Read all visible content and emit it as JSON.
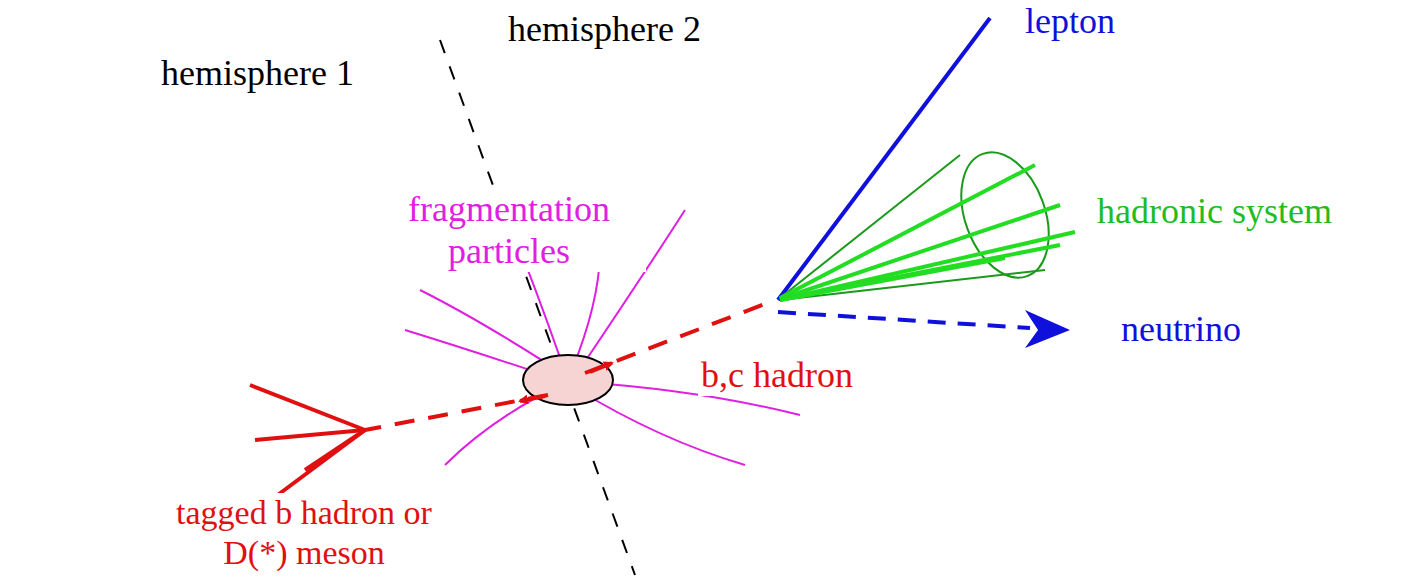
{
  "diagram": {
    "labels": [
      "lepton",
      "hemisphere 2",
      "hemisphere 1",
      "fragmentation particles",
      "hadronic system",
      "neutrino",
      "b,c hadron",
      "tagged b hadron or D(*) meson"
    ]
  }
}
